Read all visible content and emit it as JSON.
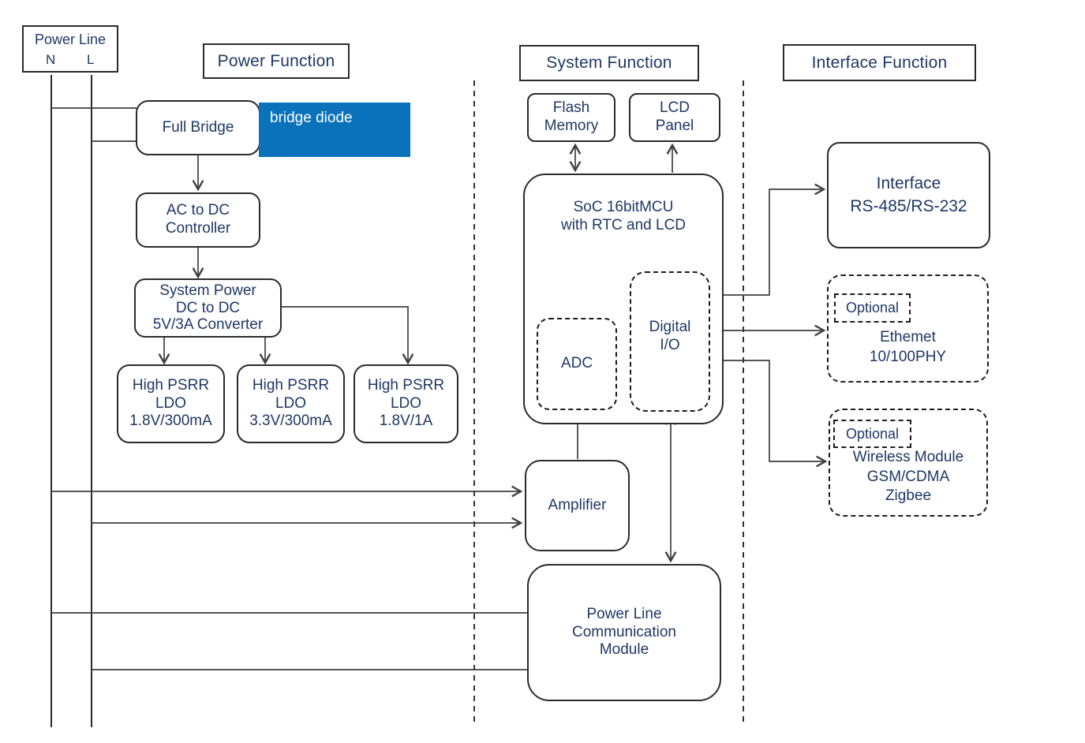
{
  "power_line": {
    "title": "Power Line",
    "n": "N",
    "l": "L"
  },
  "sections": {
    "power": "Power Function",
    "system": "System Function",
    "interface": "Interface Function"
  },
  "blocks": {
    "full_bridge": "Full Bridge",
    "bridge_diode": "bridge diode",
    "ac_dc_controller": "AC to DC\nController",
    "system_power": "System Power\nDC to DC\n5V/3A Converter",
    "ldo_1v8_300ma": "High PSRR\nLDO\n1.8V/300mA",
    "ldo_3v3_300ma": "High PSRR\nLDO\n3.3V/300mA",
    "ldo_1v8_1a": "High PSRR\nLDO\n1.8V/1A",
    "flash_memory": "Flash\nMemory",
    "lcd_panel": "LCD\nPanel",
    "soc": "SoC 16bitMCU\nwith RTC and LCD",
    "adc": "ADC",
    "digital_io": "Digital\nI/O",
    "amplifier": "Amplifier",
    "plc_module": "Power Line\nCommunication\nModule",
    "rs_interface": "Interface\nRS-485/RS-232",
    "ethernet": {
      "optional": "Optional",
      "label": "Ethemet\n10/100PHY"
    },
    "wireless": {
      "optional": "Optional",
      "label": "Wireless Module\nGSM/CDMA\nZigbee"
    }
  },
  "colors": {
    "accent_blue": "#0a72ba",
    "text": "#1f3864"
  }
}
